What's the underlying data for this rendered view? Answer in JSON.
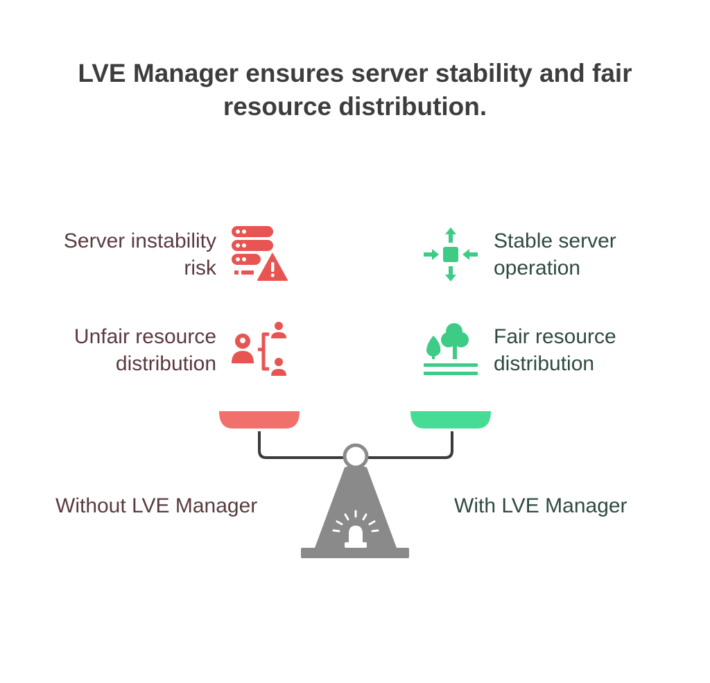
{
  "title": {
    "line1": "LVE Manager ensures server stability and fair",
    "line2": "resource distribution."
  },
  "left": {
    "heading": "Without LVE Manager",
    "items": [
      {
        "line1": "Server instability",
        "line2": "risk",
        "icon": "server-warning-icon"
      },
      {
        "line1": "Unfair resource",
        "line2": "distribution",
        "icon": "user-branch-icon"
      }
    ]
  },
  "right": {
    "heading": "With LVE Manager",
    "items": [
      {
        "line1": "Stable server",
        "line2": "operation",
        "icon": "converging-arrows-icon"
      },
      {
        "line1": "Fair resource",
        "line2": "distribution",
        "icon": "trees-icon"
      }
    ]
  },
  "colors": {
    "red": "#e85451",
    "green": "#3ecb86",
    "pan_red": "#f2706b",
    "pan_green": "#46dc96",
    "gray": "#8a8a8a",
    "text_dark": "#3d3d3d"
  }
}
